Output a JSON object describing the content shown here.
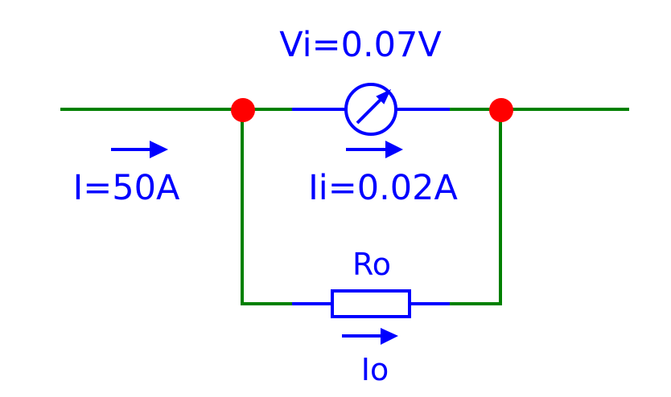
{
  "diagram": {
    "type": "circuit",
    "description": "Ammeter with parallel shunt resistor",
    "colors": {
      "wire": "#008000",
      "component": "#0000ff",
      "node": "#ff0000",
      "text": "#0000ff",
      "background": "#ffffff"
    },
    "labels": {
      "meter_voltage": "Vi=0.07V",
      "total_current": "I=50A",
      "meter_current": "Ii=0.02A",
      "shunt_resistor": "Ro",
      "shunt_current": "Io"
    },
    "components": [
      {
        "id": "meter",
        "kind": "ammeter",
        "label": "Vi=0.07V",
        "current": "Ii=0.02A"
      },
      {
        "id": "shunt",
        "kind": "resistor",
        "label": "Ro",
        "current": "Io"
      }
    ],
    "nodes": [
      "left-junction",
      "right-junction"
    ]
  }
}
